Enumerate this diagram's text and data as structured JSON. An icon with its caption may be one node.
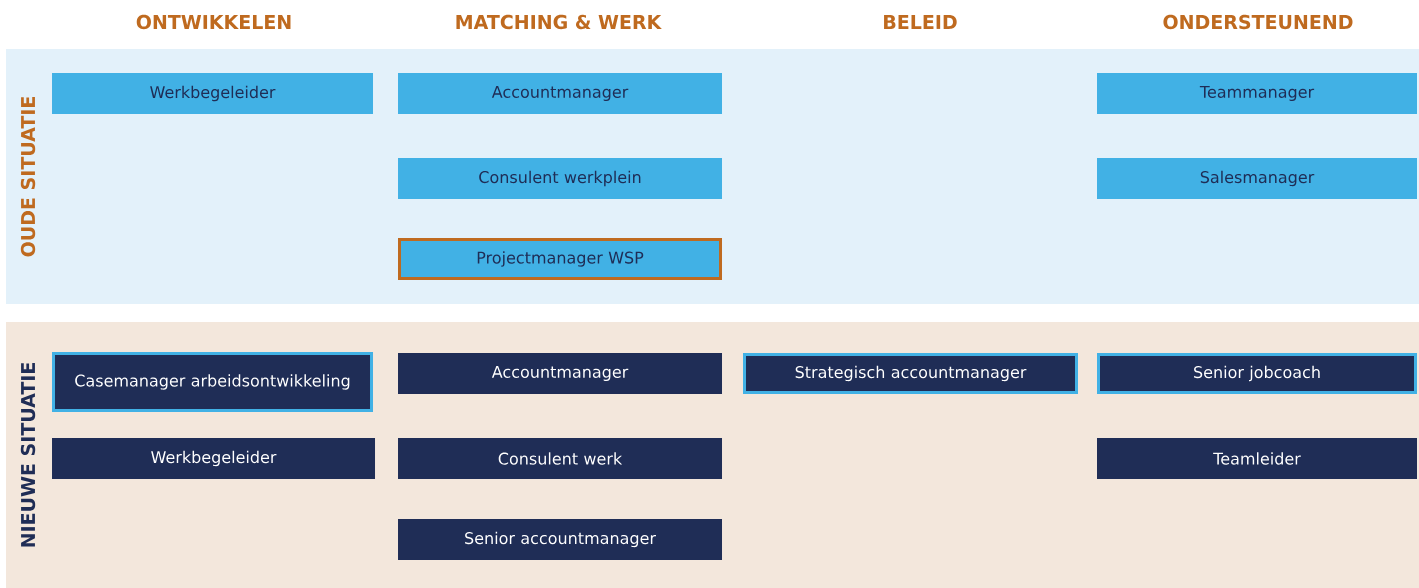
{
  "diagram": {
    "nodes": [
      {
        "text": [
          "OUDE SITUATIE"
        ]
      },
      {
        "text": [
          "Werkbegeleider"
        ],
        "in": 0
      },
      {
        "text": [
          "Accountmanager"
        ],
        "in": 0
      },
      {
        "text": [
          "Teammanager"
        ],
        "in": 0
      },
      {
        "text": [
          "Consulent werkplein"
        ],
        "in": 0
      },
      {
        "text": [
          "Salesmanager"
        ],
        "in": 0
      },
      {
        "text": [
          "Projectmanager WSP"
        ],
        "in": 0
      },
      {
        "text": [
          "NIEUWE SITUATIE"
        ]
      },
      {
        "text": [
          "Casemanager arbeidsontwikkeling"
        ],
        "in": 7
      },
      {
        "text": [
          "Accountmanager"
        ],
        "in": 7
      },
      {
        "text": [
          "Strategisch accountmanager"
        ],
        "in": 7
      },
      {
        "text": [
          "Senior jobcoach"
        ],
        "in": 7
      },
      {
        "text": [
          "Werkbegeleider"
        ],
        "in": 7
      },
      {
        "text": [
          "Consulent werk"
        ],
        "in": 7
      },
      {
        "text": [
          "Teamleider"
        ],
        "in": 7
      },
      {
        "text": [
          "Senior accountmanager"
        ],
        "in": 7
      }
    ],
    "edges": [],
    "labels": [
      "ONTWIKKELEN",
      "MATCHING & WERK",
      "BELEID",
      "ONDERSTEUNEND"
    ]
  }
}
